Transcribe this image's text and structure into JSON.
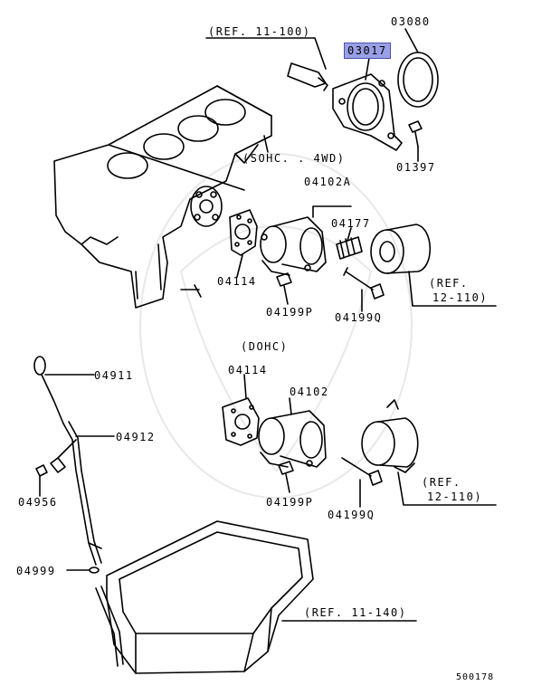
{
  "labels": {
    "ref_11_100": "(REF. 11-100)",
    "p03080": "03080",
    "p03017": "03017",
    "p01397": "01397",
    "sohc_4wd": "(SOHC. . 4WD)",
    "p04102a": "04102A",
    "p04177": "04177",
    "p04114_top": "04114",
    "p04199p_top": "04199P",
    "p04199q_top": "04199Q",
    "ref_12_110_top_a": "(REF.",
    "ref_12_110_top_b": "12-110)",
    "dohc": "(DOHC)",
    "p04114_bottom": "04114",
    "p04102": "04102",
    "p04911": "04911",
    "p04912": "04912",
    "p04956": "04956",
    "p04199p_bottom": "04199P",
    "p04199q_bottom": "04199Q",
    "ref_12_110_bot_a": "(REF.",
    "ref_12_110_bot_b": "12-110)",
    "p04999": "04999",
    "ref_11_140": "(REF. 11-140)",
    "diagram_code": "500178"
  },
  "highlight_color": "#9aa0e6"
}
